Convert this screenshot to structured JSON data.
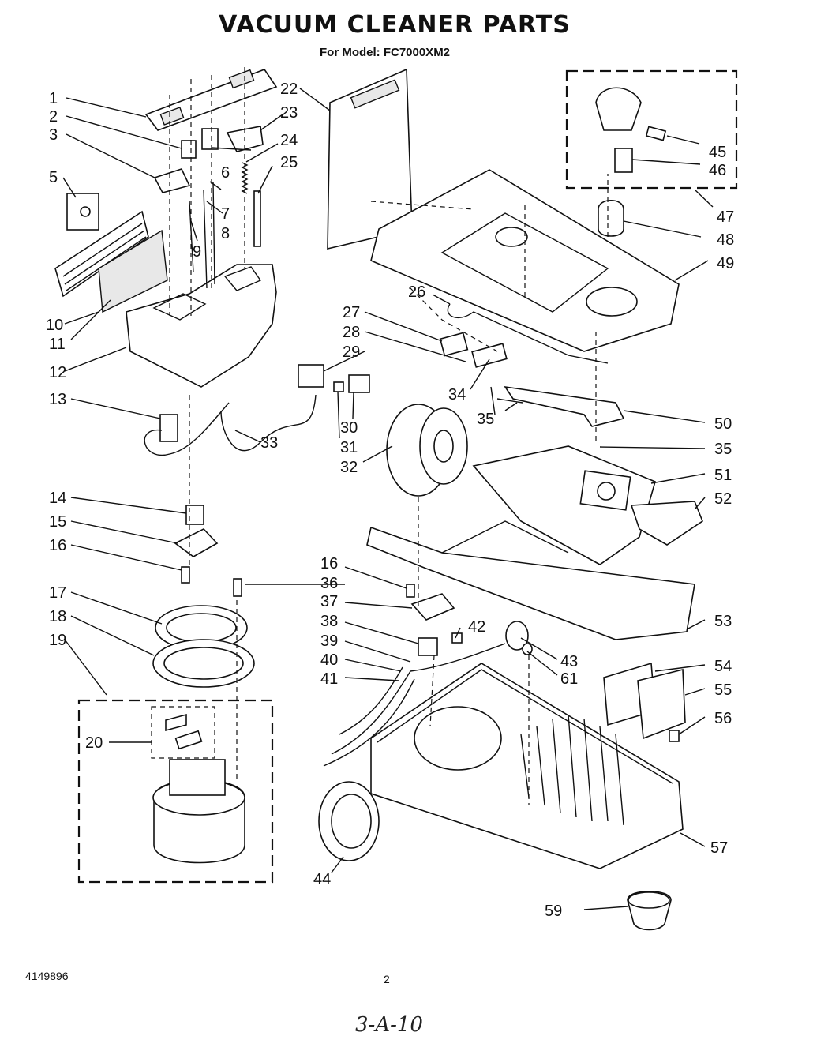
{
  "title": "VACUUM CLEANER PARTS",
  "subtitle": "For Model: FC7000XM2",
  "footer": {
    "doc_number": "4149896",
    "page_number": "2",
    "handwritten_note": "3-A-10"
  },
  "callouts": [
    "1",
    "2",
    "3",
    "5",
    "10",
    "11",
    "12",
    "13",
    "14",
    "15",
    "16",
    "17",
    "18",
    "19",
    "20",
    "6",
    "7",
    "8",
    "9",
    "22",
    "23",
    "24",
    "25",
    "26",
    "27",
    "28",
    "29",
    "30",
    "31",
    "32",
    "33",
    "34",
    "35",
    "35",
    "36",
    "37",
    "38",
    "39",
    "40",
    "41",
    "42",
    "43",
    "61",
    "44",
    "45",
    "46",
    "47",
    "48",
    "49",
    "50",
    "51",
    "52",
    "53",
    "54",
    "55",
    "56",
    "57",
    "59",
    "16"
  ]
}
